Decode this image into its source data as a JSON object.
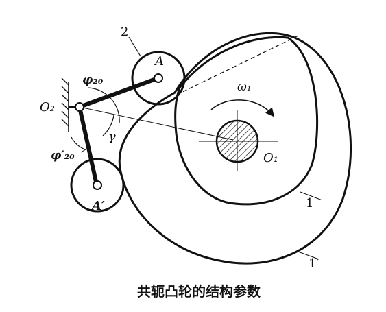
{
  "caption": "共轭凸轮的结构参数",
  "labels": {
    "roller_A_number": "2",
    "point_A": "A",
    "point_A_prime": "A′",
    "pivot_O2": "O₂",
    "angle_phi20": "φ₂₀",
    "angle_phi20_prime": "φ′₂₀",
    "angle_gamma": "γ",
    "omega1": "ω₁",
    "center_O1": "O₁",
    "cam_1": "1",
    "cam_1_prime": "1′"
  }
}
